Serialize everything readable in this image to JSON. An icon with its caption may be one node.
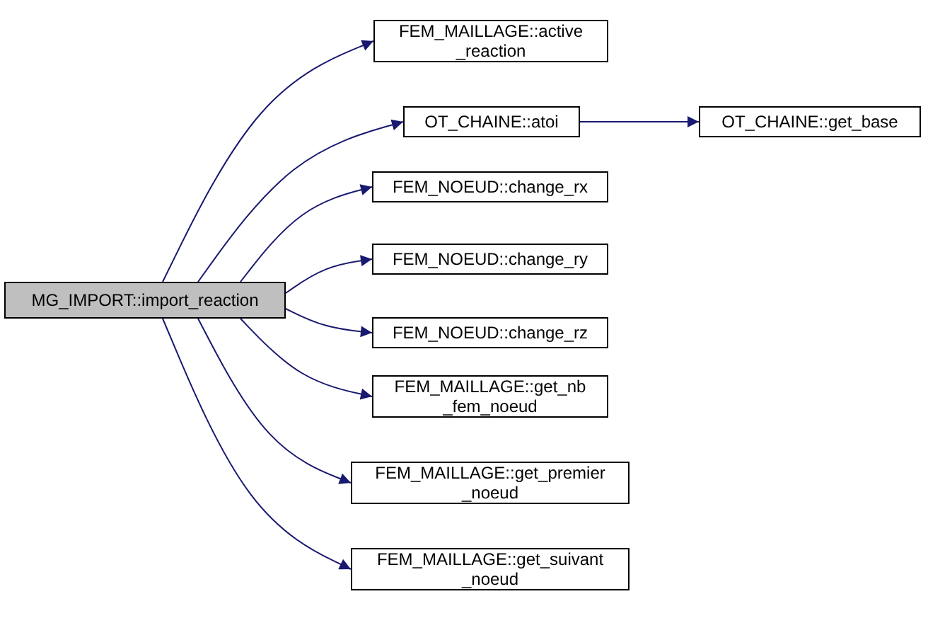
{
  "diagram": {
    "nodes": [
      {
        "text": [
          "MG_IMPORT::import_reaction"
        ]
      },
      {
        "text": [
          "FEM_MAILLAGE::active _reaction"
        ]
      },
      {
        "text": [
          "OT_CHAINE::atoi"
        ]
      },
      {
        "text": [
          "OT_CHAINE::get_base"
        ]
      },
      {
        "text": [
          "FEM_NOEUD::change_rx"
        ]
      },
      {
        "text": [
          "FEM_NOEUD::change_ry"
        ]
      },
      {
        "text": [
          "FEM_NOEUD::change_rz"
        ]
      },
      {
        "text": [
          "FEM_MAILLAGE::get_nb _fem_noeud"
        ]
      },
      {
        "text": [
          "FEM_MAILLAGE::get_premier _noeud"
        ]
      },
      {
        "text": [
          "FEM_MAILLAGE::get_suivant _noeud"
        ]
      }
    ],
    "edges": [
      {
        "from": 0,
        "to": 1,
        "arrow": "to"
      },
      {
        "from": 0,
        "to": 2,
        "arrow": "to"
      },
      {
        "from": 2,
        "to": 3,
        "arrow": "to"
      },
      {
        "from": 0,
        "to": 4,
        "arrow": "to"
      },
      {
        "from": 0,
        "to": 5,
        "arrow": "to"
      },
      {
        "from": 0,
        "to": 6,
        "arrow": "to"
      },
      {
        "from": 0,
        "to": 7,
        "arrow": "to"
      },
      {
        "from": 0,
        "to": 8,
        "arrow": "to"
      },
      {
        "from": 0,
        "to": 9,
        "arrow": "to"
      }
    ]
  }
}
